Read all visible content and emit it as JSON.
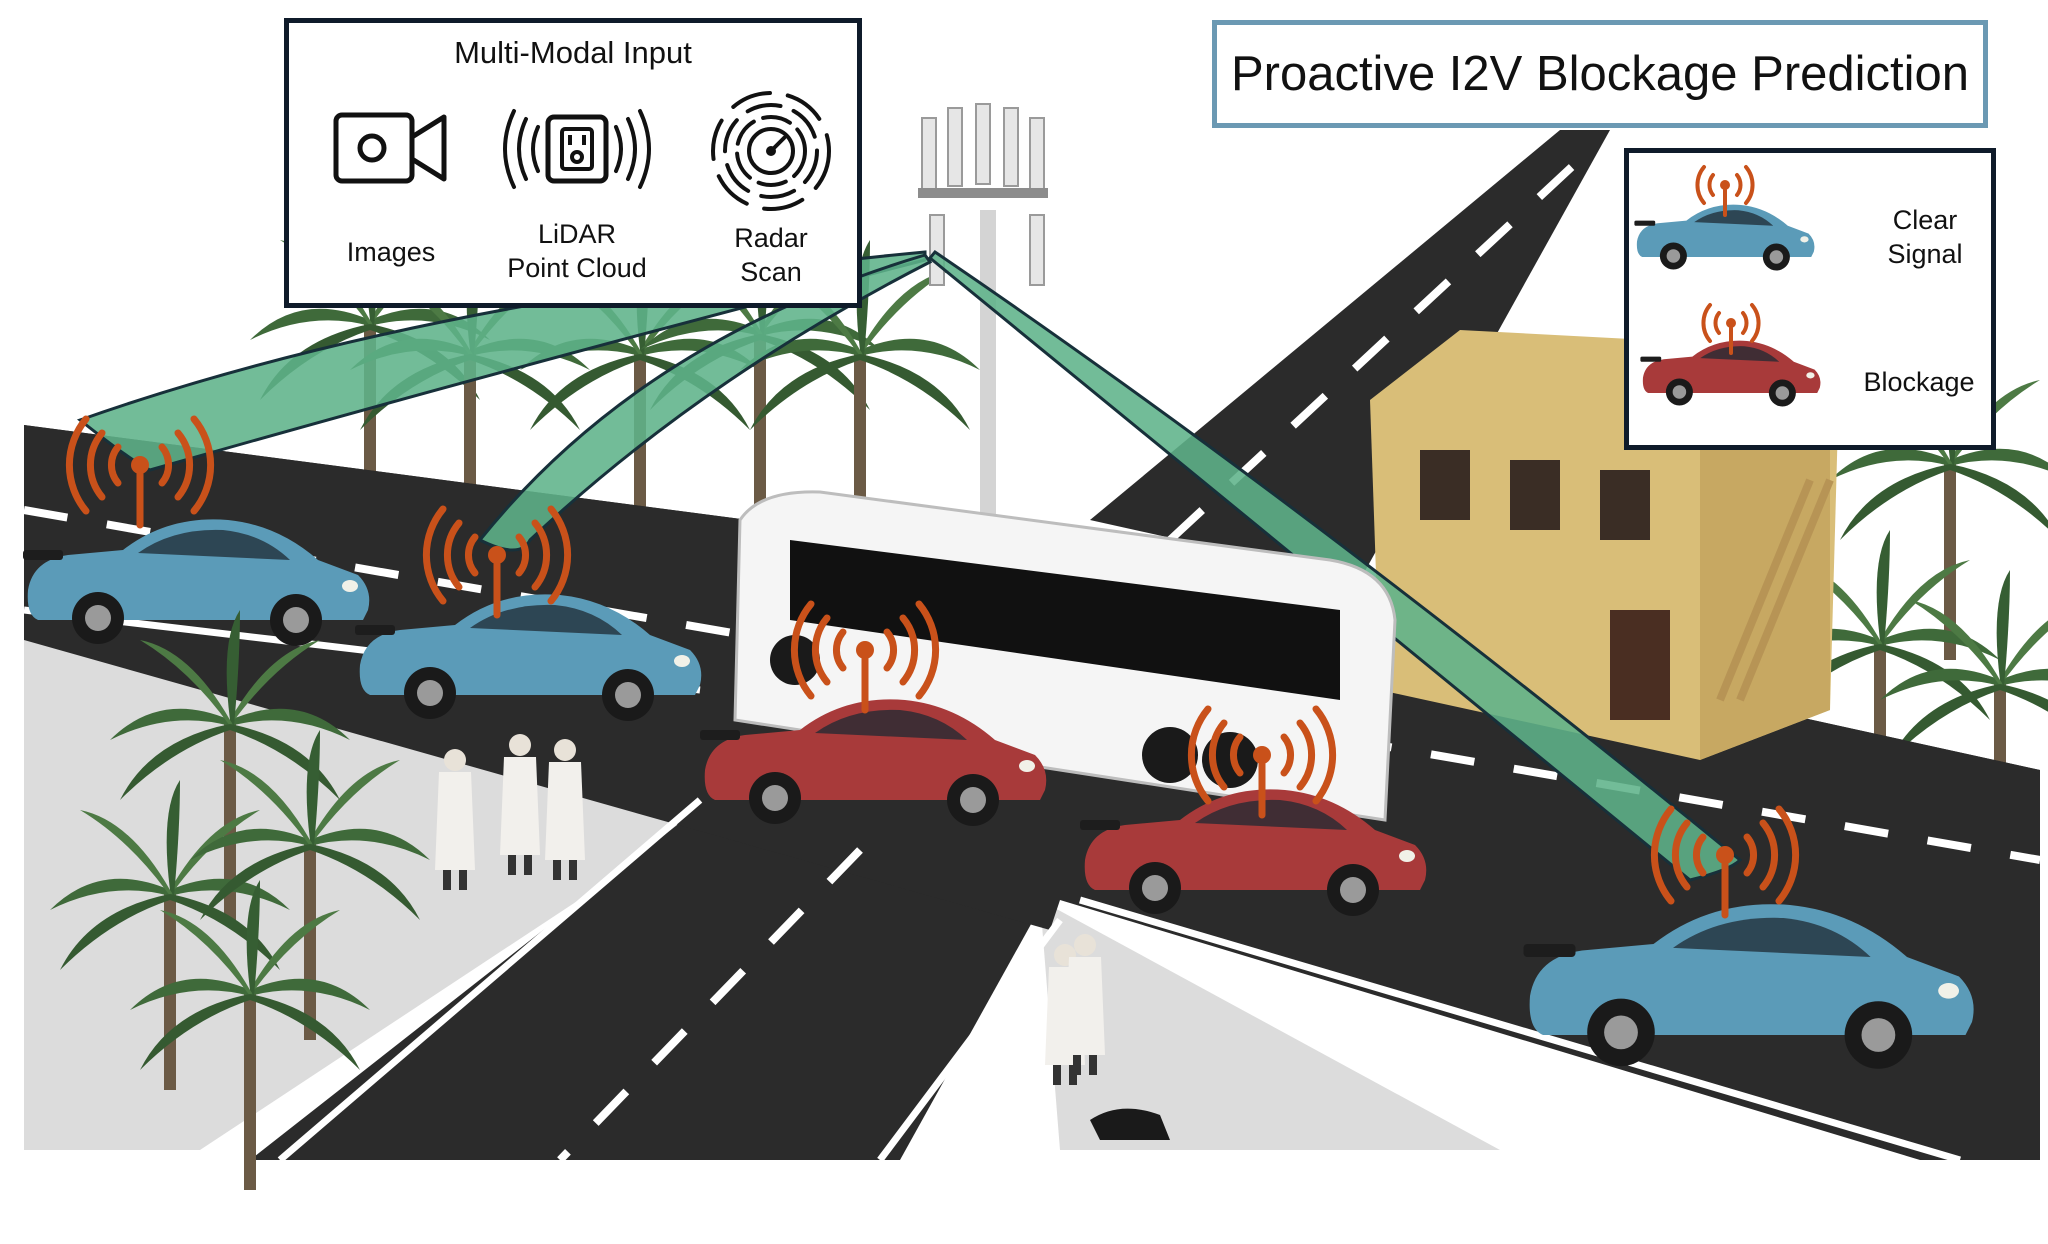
{
  "title": "Proactive I2V Blockage Prediction",
  "input_panel": {
    "title": "Multi-Modal Input",
    "modalities": [
      {
        "icon": "camera-icon",
        "lines": [
          "Images"
        ]
      },
      {
        "icon": "lidar-icon",
        "lines": [
          "LiDAR",
          "Point Cloud"
        ]
      },
      {
        "icon": "radar-icon",
        "lines": [
          "Radar",
          "Scan"
        ]
      }
    ]
  },
  "legend": {
    "items": [
      {
        "state": "clear",
        "lines": [
          "Clear",
          "Signal"
        ],
        "color": "#5b9bb8"
      },
      {
        "state": "blockage",
        "lines": [
          "Blockage"
        ],
        "color": "#a83a3a"
      }
    ]
  },
  "colors": {
    "clear_car": "#5b9bb8",
    "blocked_car": "#a83a3a",
    "beam": "#5fb38a",
    "signal": "#c9511a",
    "road": "#2b2b2b"
  }
}
